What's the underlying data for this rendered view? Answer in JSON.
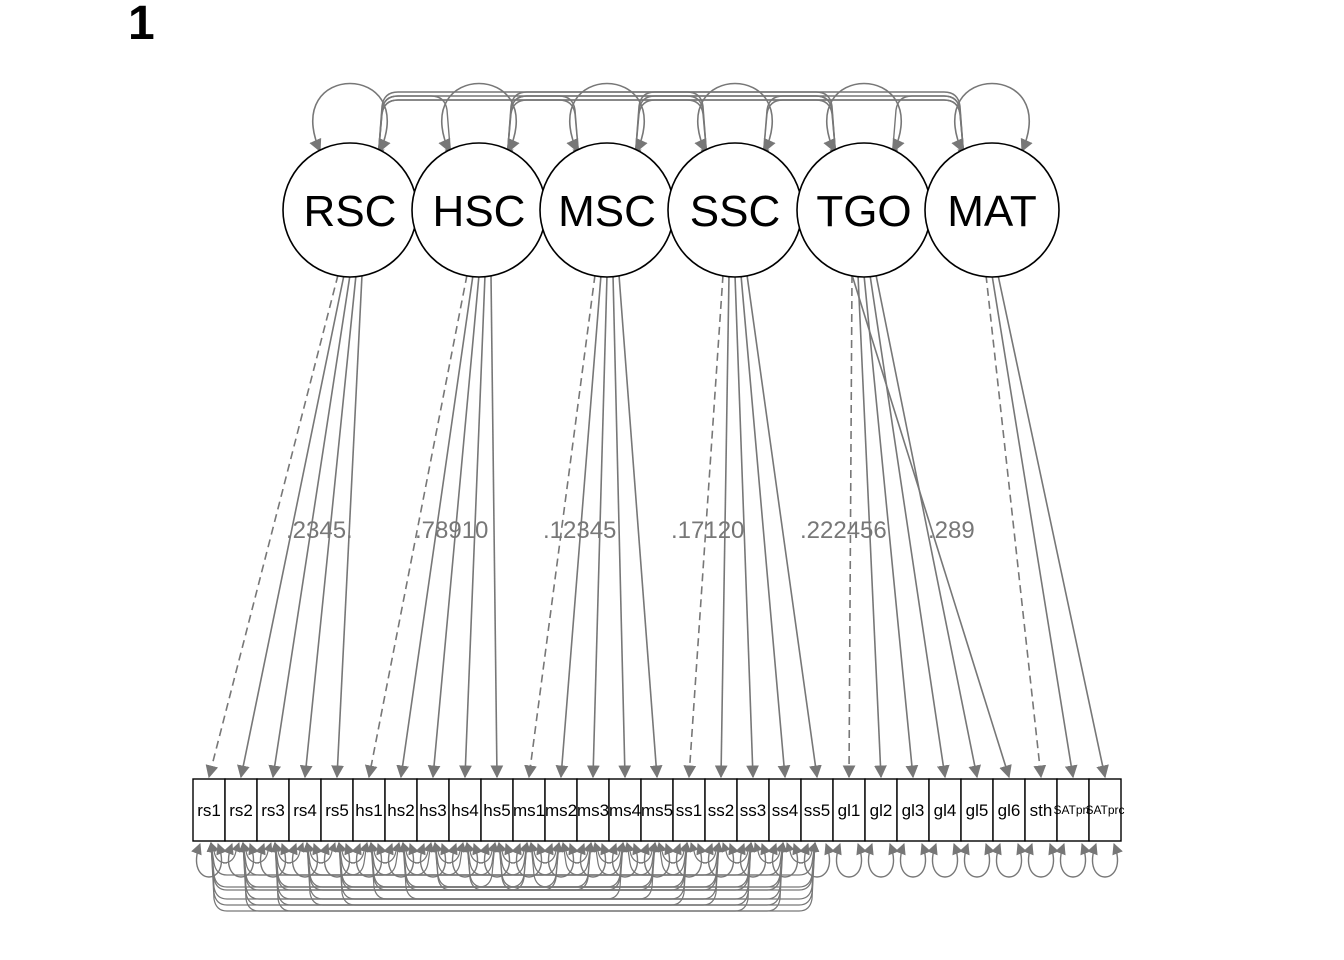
{
  "panel_label": "1",
  "colors": {
    "edge": "#777777",
    "node_stroke": "#000000",
    "node_fill": "#ffffff",
    "label": "#777777"
  },
  "latents": [
    {
      "id": "RSC",
      "label": "RSC"
    },
    {
      "id": "HSC",
      "label": "HSC"
    },
    {
      "id": "MSC",
      "label": "MSC"
    },
    {
      "id": "SSC",
      "label": "SSC"
    },
    {
      "id": "TGO",
      "label": "TGO"
    },
    {
      "id": "MAT",
      "label": "MAT"
    }
  ],
  "observed": [
    {
      "id": "rs1",
      "label": "rs1",
      "factor": "RSC"
    },
    {
      "id": "rs2",
      "label": "rs2",
      "factor": "RSC"
    },
    {
      "id": "rs3",
      "label": "rs3",
      "factor": "RSC"
    },
    {
      "id": "rs4",
      "label": "rs4",
      "factor": "RSC"
    },
    {
      "id": "rs5",
      "label": "rs5",
      "factor": "RSC"
    },
    {
      "id": "hs1",
      "label": "hs1",
      "factor": "HSC"
    },
    {
      "id": "hs2",
      "label": "hs2",
      "factor": "HSC"
    },
    {
      "id": "hs3",
      "label": "hs3",
      "factor": "HSC"
    },
    {
      "id": "hs4",
      "label": "hs4",
      "factor": "HSC"
    },
    {
      "id": "hs5",
      "label": "hs5",
      "factor": "HSC"
    },
    {
      "id": "ms1",
      "label": "ms1",
      "factor": "MSC"
    },
    {
      "id": "ms2",
      "label": "ms2",
      "factor": "MSC"
    },
    {
      "id": "ms3",
      "label": "ms3",
      "factor": "MSC"
    },
    {
      "id": "ms4",
      "label": "ms4",
      "factor": "MSC"
    },
    {
      "id": "ms5",
      "label": "ms5",
      "factor": "MSC"
    },
    {
      "id": "ss1",
      "label": "ss1",
      "factor": "SSC"
    },
    {
      "id": "ss2",
      "label": "ss2",
      "factor": "SSC"
    },
    {
      "id": "ss3",
      "label": "ss3",
      "factor": "SSC"
    },
    {
      "id": "ss4",
      "label": "ss4",
      "factor": "SSC"
    },
    {
      "id": "ss5",
      "label": "ss5",
      "factor": "SSC"
    },
    {
      "id": "gl1",
      "label": "gl1",
      "factor": "TGO"
    },
    {
      "id": "gl2",
      "label": "gl2",
      "factor": "TGO"
    },
    {
      "id": "gl3",
      "label": "gl3",
      "factor": "TGO"
    },
    {
      "id": "gl4",
      "label": "gl4",
      "factor": "TGO"
    },
    {
      "id": "gl5",
      "label": "gl5",
      "factor": "TGO"
    },
    {
      "id": "gl6",
      "label": "gl6",
      "factor": "TGO"
    },
    {
      "id": "sth",
      "label": "sth",
      "factor": "MAT"
    },
    {
      "id": "SATprc",
      "label": "SATprc",
      "factor": "MAT"
    },
    {
      "id": "SATprc2",
      "label": "SATprc",
      "factor": "MAT"
    }
  ],
  "loading_labels": [
    {
      "factor": "RSC",
      "text": ".2345."
    },
    {
      "factor": "HSC",
      "text": ".78910"
    },
    {
      "factor": "MSC",
      "text": ".12345"
    },
    {
      "factor": "SSC",
      "text": ".17120"
    },
    {
      "factor": "TGO",
      "text": ".222456"
    },
    {
      "factor": "MAT",
      "text": ".289"
    }
  ]
}
